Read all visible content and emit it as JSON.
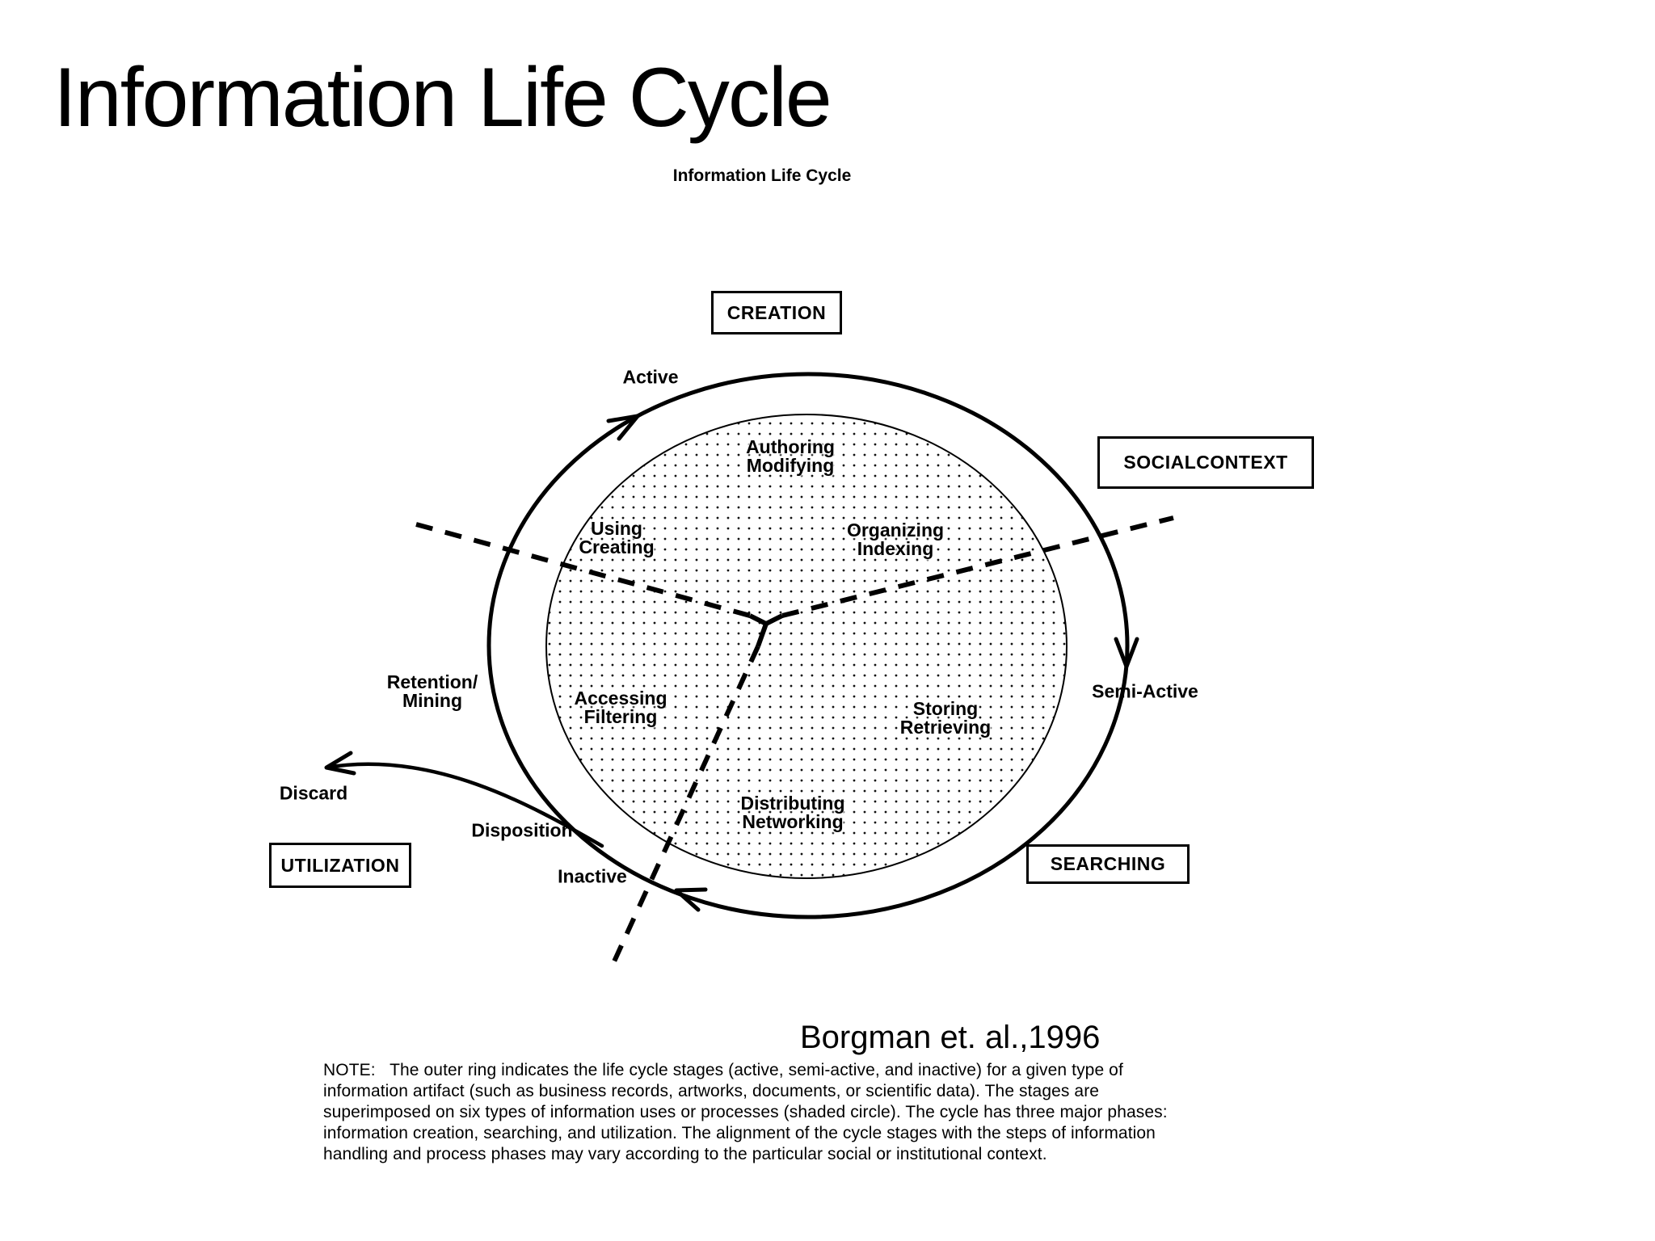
{
  "slide": {
    "title": "Information Life Cycle",
    "citation": "Borgman et. al.,1996"
  },
  "figure": {
    "title": "Information Life Cycle",
    "phase_boxes": {
      "creation": "CREATION",
      "social_context": "SOCIALCONTEXT",
      "searching": "SEARCHING",
      "utilization": "UTILIZATION"
    },
    "stages": {
      "active": "Active",
      "semi_active": "Semi-Active",
      "inactive": "Inactive"
    },
    "transitions": {
      "retention_mining_line1": "Retention/",
      "retention_mining_line2": "Mining",
      "discard": "Discard",
      "disposition": "Disposition"
    },
    "processes": {
      "authoring": {
        "line1": "Authoring",
        "line2": "Modifying"
      },
      "using": {
        "line1": "Using",
        "line2": "Creating"
      },
      "organizing": {
        "line1": "Organizing",
        "line2": "Indexing"
      },
      "accessing": {
        "line1": "Accessing",
        "line2": "Filtering"
      },
      "storing": {
        "line1": "Storing",
        "line2": "Retrieving"
      },
      "distributing": {
        "line1": "Distributing",
        "line2": "Networking"
      }
    },
    "colors": {
      "ink": "#000000",
      "background": "#ffffff"
    }
  },
  "note": {
    "lines": [
      "NOTE:   The outer ring indicates the life cycle stages (active, semi-active, and inactive) for a given type of",
      "information artifact (such as business records, artworks, documents, or scientific data). The stages are",
      "superimposed on six types of information uses or processes (shaded circle). The cycle has three major phases:",
      "information creation, searching, and utilization. The alignment of the cycle stages with the steps of information",
      "handling and process phases may vary according to the particular social or institutional context."
    ]
  }
}
